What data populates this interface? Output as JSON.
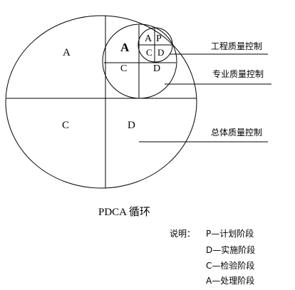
{
  "cycles": [
    {
      "name": "total",
      "quadrants": {
        "top_left": "A",
        "top_right": "",
        "bottom_left": "C",
        "bottom_right": "D"
      },
      "label": "总体质量控制"
    },
    {
      "name": "specialty",
      "quadrants": {
        "top_left": "A",
        "top_right": "",
        "bottom_left": "C",
        "bottom_right": "D"
      },
      "label": "专业质量控制"
    },
    {
      "name": "engineering",
      "quadrants": {
        "top_left": "A",
        "top_right": "P",
        "bottom_left": "C",
        "bottom_right": "D"
      },
      "label": "工程质量控制"
    }
  ],
  "caption": "PDCA 循环",
  "legend": {
    "heading": "说明：",
    "items": [
      "P—计划阶段",
      "D—实施阶段",
      "C—检验阶段",
      "A—处理阶段"
    ]
  }
}
